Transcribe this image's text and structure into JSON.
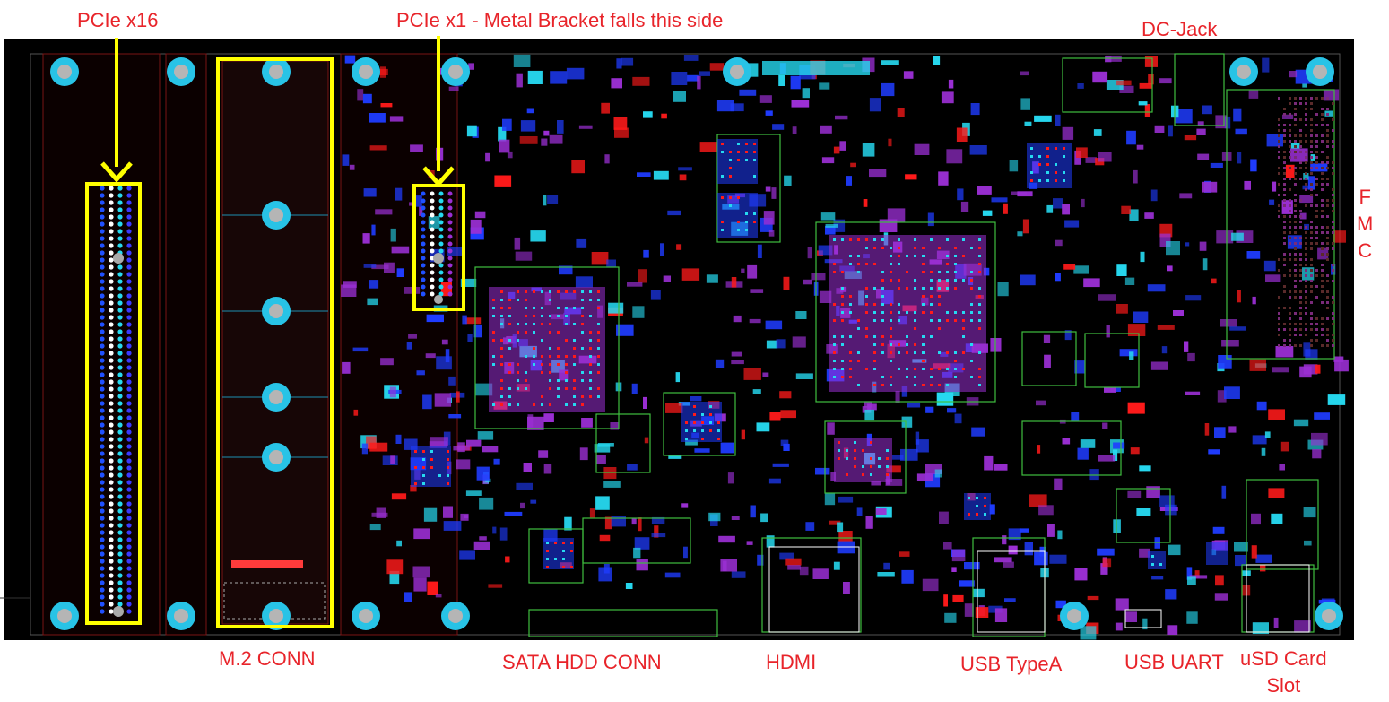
{
  "labels": {
    "pcie_x16": "PCIe x16",
    "pcie_x1": "PCIe x1 - Metal Bracket falls this side",
    "dc_jack": "DC-Jack",
    "fmc": "F\nM\nC",
    "m2_conn": "M.2 CONN",
    "sata": "SATA HDD CONN",
    "hdmi": "HDMI",
    "usb_typea": "USB TypeA",
    "usb_uart": "USB UART",
    "usd_slot": "uSD Card\nSlot"
  },
  "colors": {
    "board": "#000000",
    "label": "#e8242a",
    "highlight": "#ffff00",
    "mount_hole": "#28c3e6",
    "pad_blue": "#1f3cff",
    "pad_purple": "#9b2fd4",
    "pad_red": "#ff1a1a",
    "pad_cyan": "#26d9f0",
    "outline": "#3fbf3f"
  }
}
